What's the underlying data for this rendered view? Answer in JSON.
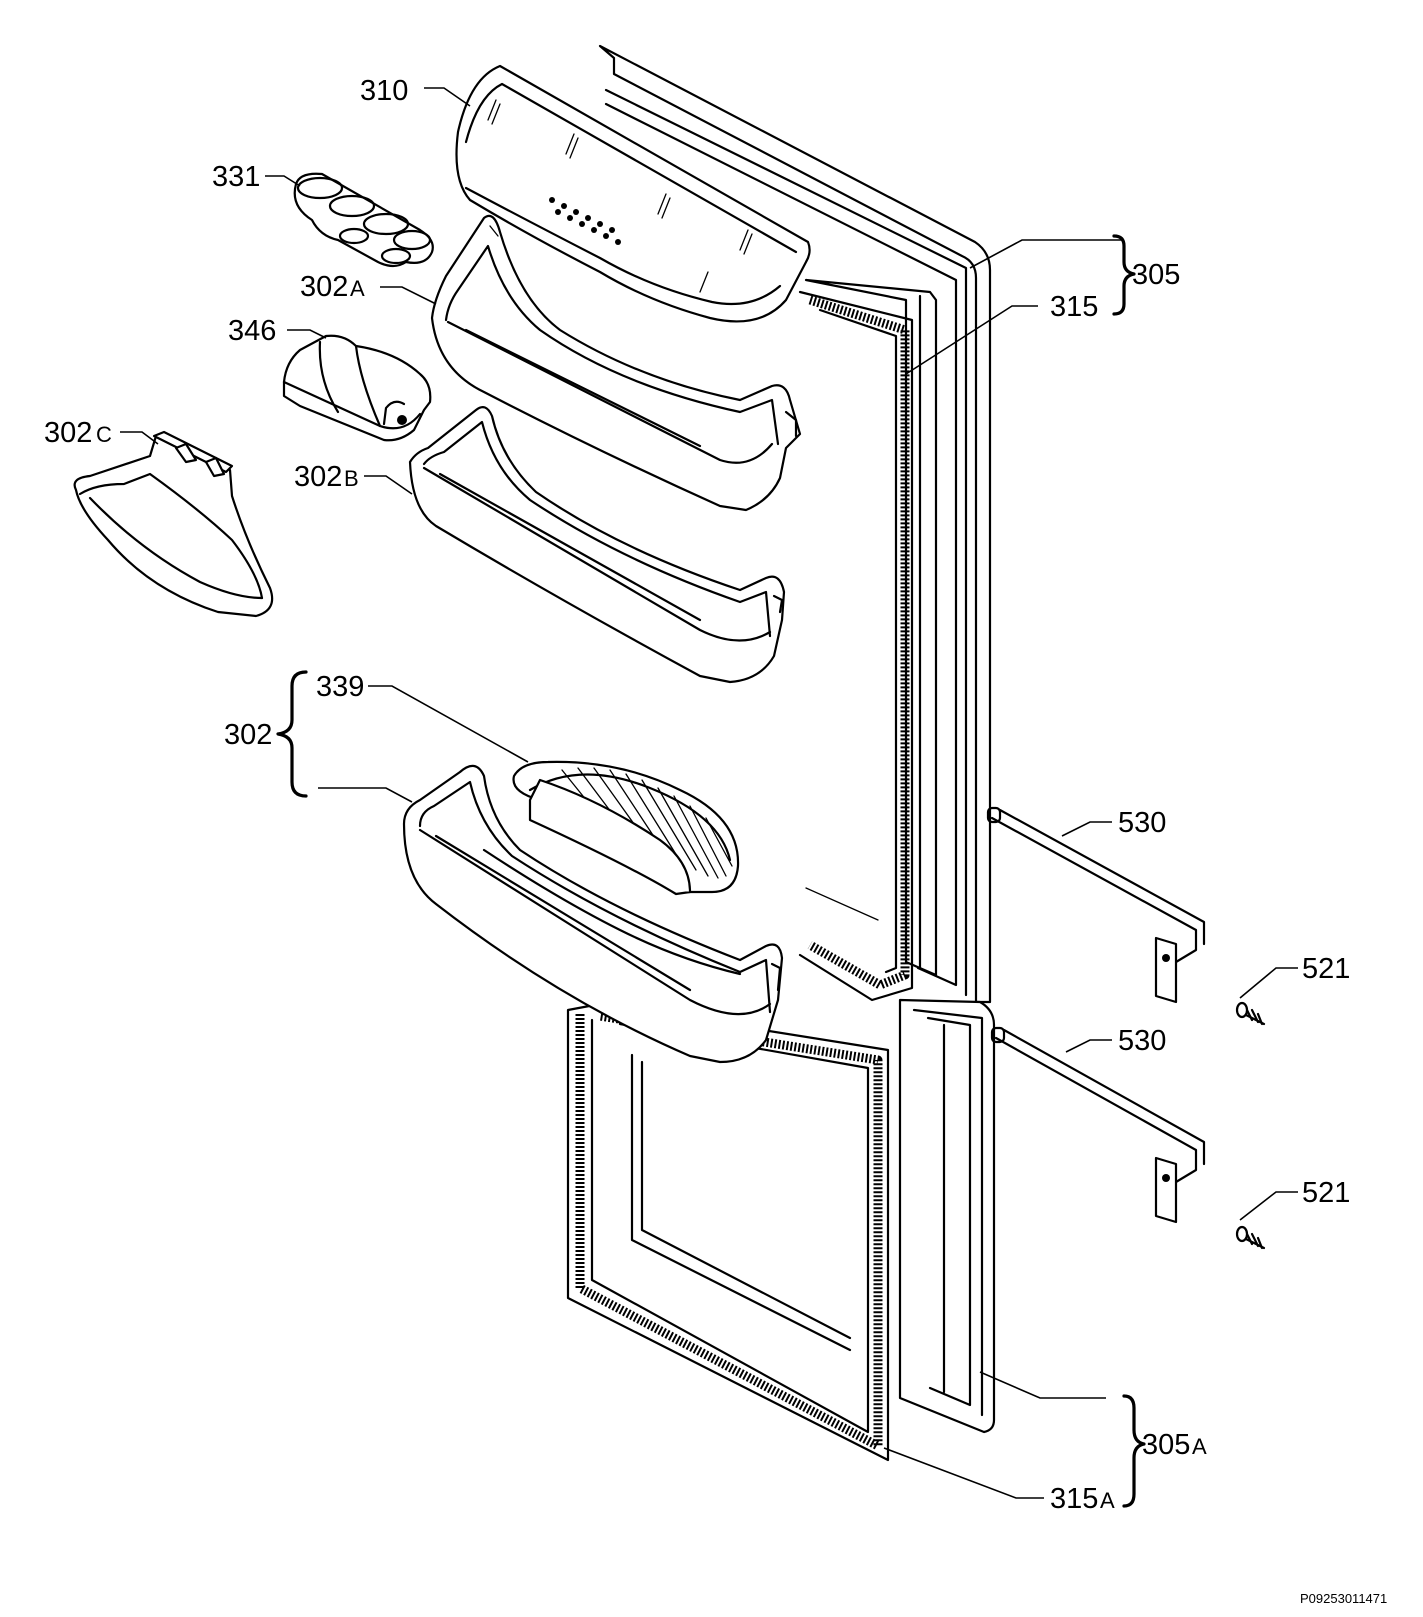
{
  "labels": {
    "p310": "310",
    "p331": "331",
    "p302a": "302",
    "p302a_suffix": "A",
    "p346": "346",
    "p302c": "302",
    "p302c_suffix": "C",
    "p302b": "302",
    "p302b_suffix": "B",
    "p339": "339",
    "p302": "302",
    "p305": "305",
    "p315": "315",
    "p530_top": "530",
    "p521_top": "521",
    "p530_bottom": "530",
    "p521_bottom": "521",
    "p305a": "305",
    "p305a_suffix": "A",
    "p315a": "315",
    "p315a_suffix": "A"
  },
  "drawing_code": "P09253011471"
}
